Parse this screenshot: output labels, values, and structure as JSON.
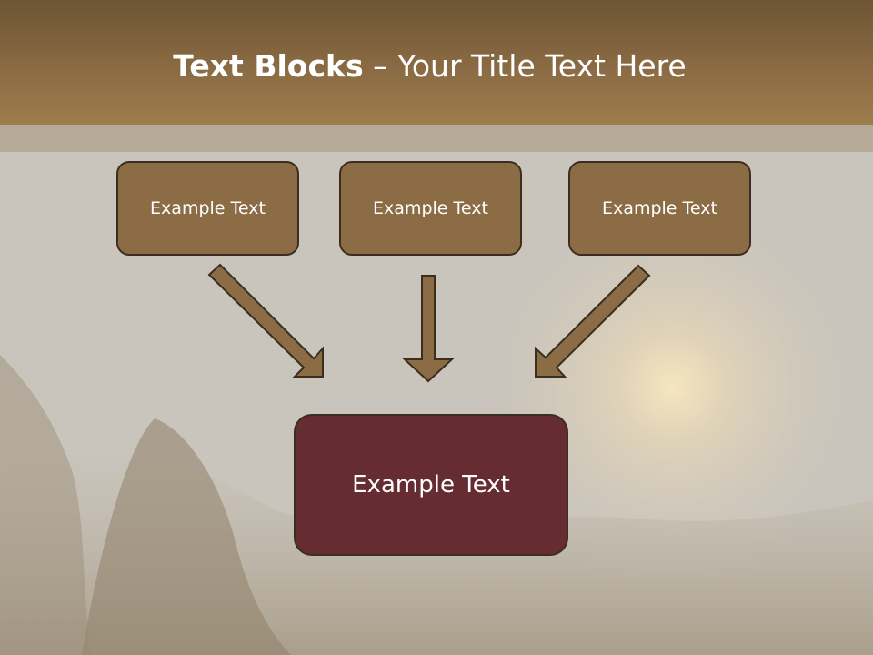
{
  "title": {
    "bold": "Text Blocks",
    "rest": " – Your Title Text Here"
  },
  "boxes": {
    "top": [
      "Example Text",
      "Example Text",
      "Example Text"
    ],
    "main": "Example Text"
  },
  "colors": {
    "title_bar": "#8a6b43",
    "box_fill": "#8b6c45",
    "box_border": "#3b2e1f",
    "main_box_fill": "#652d32",
    "arrow_fill": "#8b6c45"
  }
}
